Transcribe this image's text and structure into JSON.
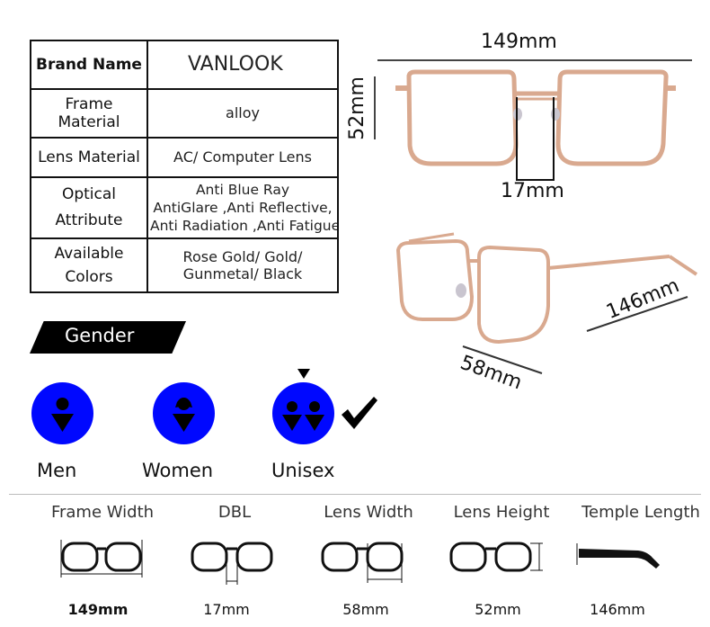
{
  "specs": {
    "brand": {
      "label": "Brand Name",
      "value": "VANLOOK"
    },
    "frame_material": {
      "label": [
        "Frame",
        "Material"
      ],
      "value": "alloy"
    },
    "lens_material": {
      "label": "Lens Material",
      "value": "AC/ Computer Lens"
    },
    "optical": {
      "label": [
        "Optical",
        "Attribute"
      ],
      "value": [
        "Anti Blue Ray",
        "AntiGlare ,Anti Reflective,",
        "Anti Radiation ,Anti Fatigue"
      ]
    },
    "colors": {
      "label": [
        "Available",
        "Colors"
      ],
      "value": [
        "Rose Gold/ Gold/",
        "Gunmetal/ Black"
      ]
    }
  },
  "dimensions": {
    "width": "149mm",
    "height": "52mm",
    "bridge": "17mm",
    "temple": "146mm",
    "lens": "58mm"
  },
  "gender": {
    "title": "Gender",
    "options": [
      {
        "label": "Men",
        "selected": false
      },
      {
        "label": "Women",
        "selected": false
      },
      {
        "label": "Unisex",
        "selected": true
      }
    ]
  },
  "measurements": [
    {
      "label": "Frame Width",
      "value": "149mm"
    },
    {
      "label": "DBL",
      "value": "17mm"
    },
    {
      "label": "Lens Width",
      "value": "58mm"
    },
    {
      "label": "Lens Height",
      "value": "52mm"
    },
    {
      "label": "Temple Length",
      "value": "146mm"
    }
  ],
  "colors": {
    "frame": "#d9a98f",
    "circle": "#0008ff",
    "banner": "#000000"
  }
}
